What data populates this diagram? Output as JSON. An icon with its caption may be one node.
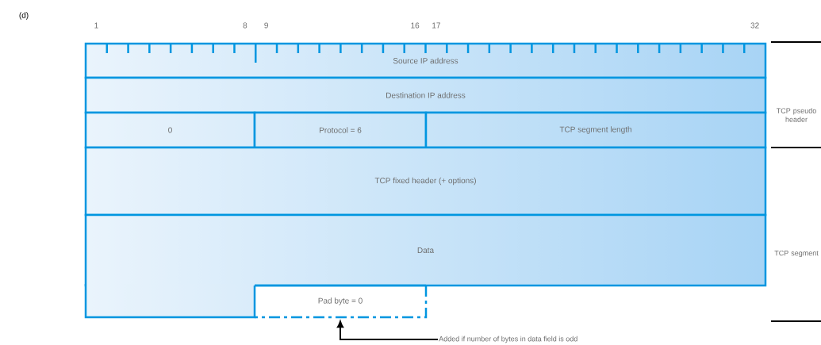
{
  "diagram": {
    "nodes": [
      {
        "text": [
          "Source IP address"
        ]
      },
      {
        "text": [
          "Destination IP address"
        ]
      },
      {
        "text": [
          "0"
        ]
      },
      {
        "text": [
          "Protocol = 6"
        ]
      },
      {
        "text": [
          "TCP segment length"
        ]
      },
      {
        "text": [
          "TCP fixed header (+ options)"
        ]
      },
      {
        "text": [
          "Data"
        ]
      },
      {
        "text": [],
        "shape": "box"
      },
      {
        "text": [
          "Pad byte = 0"
        ]
      },
      {
        "text": [
          "Added if number of bytes in data field is odd"
        ]
      }
    ],
    "edges": [
      {
        "from": 9,
        "to": 8,
        "arrow": "to"
      }
    ],
    "labels": [
      "(d)",
      "1",
      "8",
      "9",
      "16",
      "17",
      "32",
      "TCP pseudo header",
      "TCP segment"
    ]
  }
}
